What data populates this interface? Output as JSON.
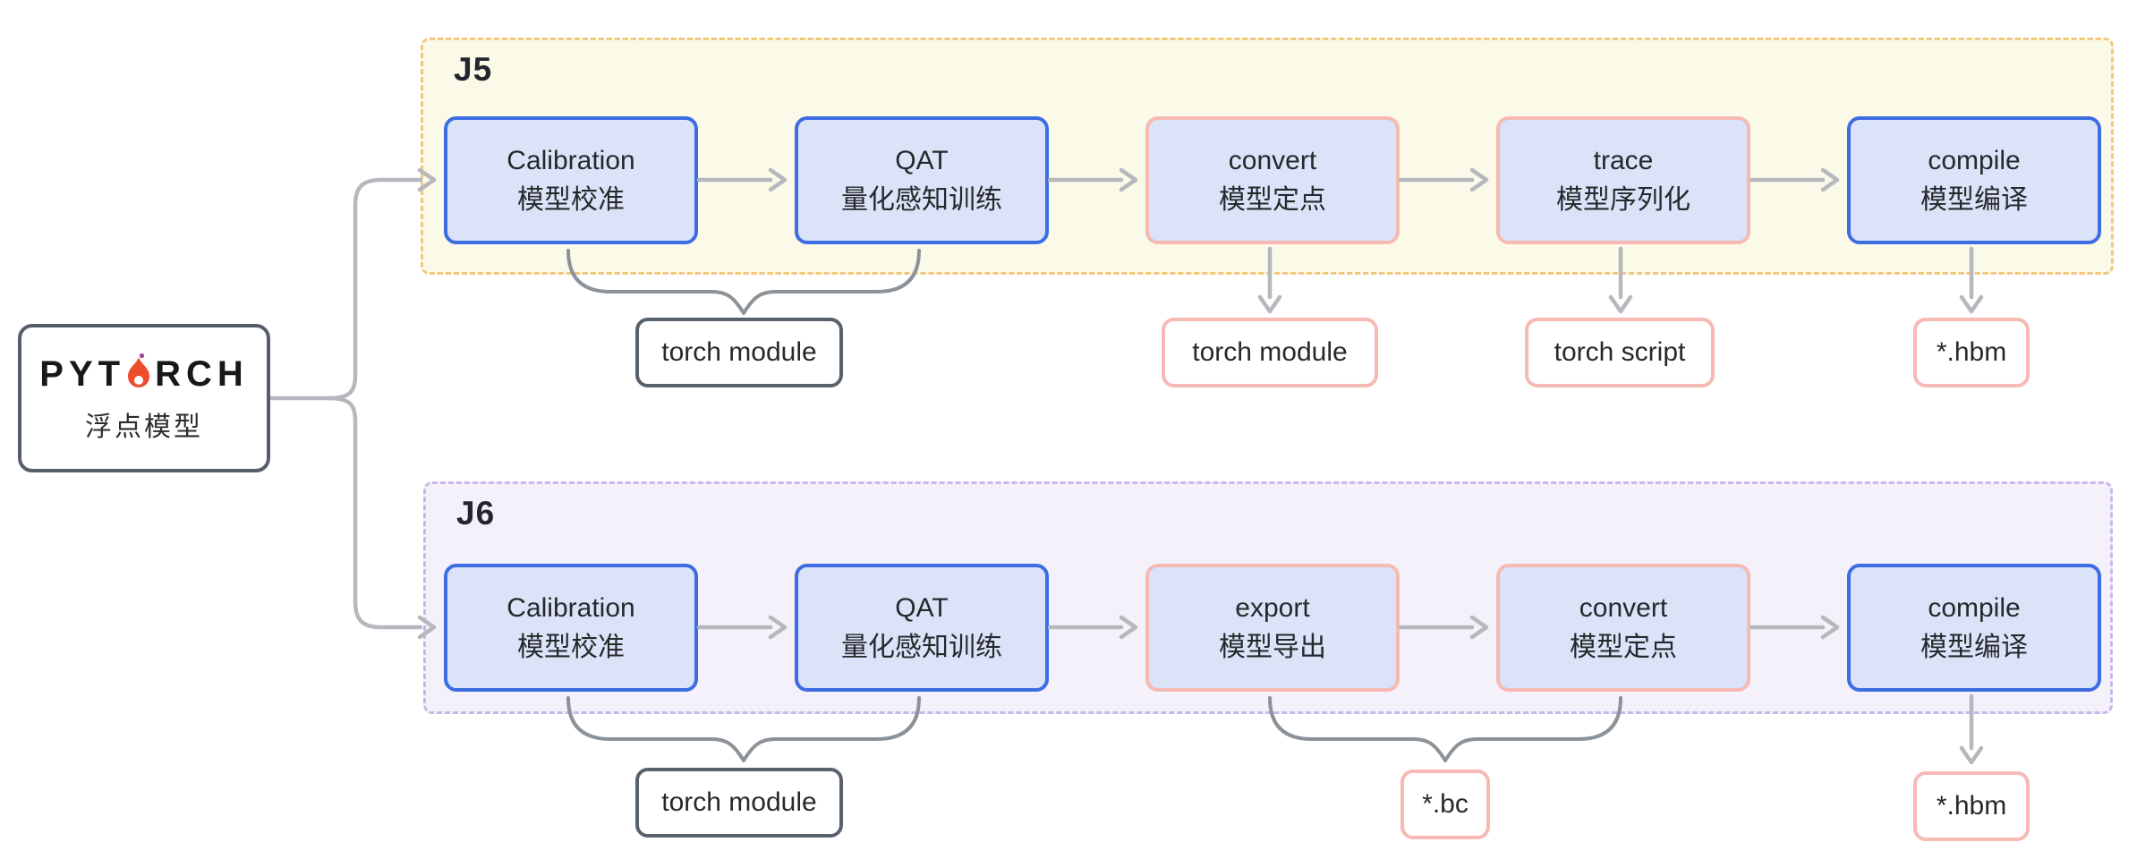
{
  "source": {
    "logo_word": "PYTORCH",
    "logo_pre": "PYT",
    "logo_post": "RCH",
    "subtitle": "浮点模型"
  },
  "groups": [
    {
      "label": "J5",
      "steps": [
        {
          "en": "Calibration",
          "zh": "模型校准",
          "style": "blue"
        },
        {
          "en": "QAT",
          "zh": "量化感知训练",
          "style": "blue"
        },
        {
          "en": "convert",
          "zh": "模型定点",
          "style": "pink"
        },
        {
          "en": "trace",
          "zh": "模型序列化",
          "style": "pink"
        },
        {
          "en": "compile",
          "zh": "模型编译",
          "style": "blue"
        }
      ],
      "outputs": [
        {
          "text": "torch module",
          "style": "dark"
        },
        {
          "text": "torch module",
          "style": "pink"
        },
        {
          "text": "torch script",
          "style": "pink"
        },
        {
          "text": "*.hbm",
          "style": "pink"
        }
      ]
    },
    {
      "label": "J6",
      "steps": [
        {
          "en": "Calibration",
          "zh": "模型校准",
          "style": "blue"
        },
        {
          "en": "QAT",
          "zh": "量化感知训练",
          "style": "blue"
        },
        {
          "en": "export",
          "zh": "模型导出",
          "style": "pink"
        },
        {
          "en": "convert",
          "zh": "模型定点",
          "style": "pink"
        },
        {
          "en": "compile",
          "zh": "模型编译",
          "style": "blue"
        }
      ],
      "outputs": [
        {
          "text": "torch module",
          "style": "dark"
        },
        {
          "text": "*.bc",
          "style": "pink"
        },
        {
          "text": "*.hbm",
          "style": "pink"
        }
      ]
    }
  ],
  "colors": {
    "j5_background": "#fbfae8",
    "j5_border": "#f3c77d",
    "j6_background": "#f4f1fa",
    "j6_border": "#c9b8ea",
    "step_fill": "#dbe3f8",
    "step_border_blue": "#3e6ce2",
    "step_border_pink": "#f6b9b3",
    "output_border_dark": "#59626c",
    "arrow": "#b5b8bc",
    "brace": "#8b9298",
    "flame_orange": "#ee4c2c",
    "text": "#26282b"
  }
}
